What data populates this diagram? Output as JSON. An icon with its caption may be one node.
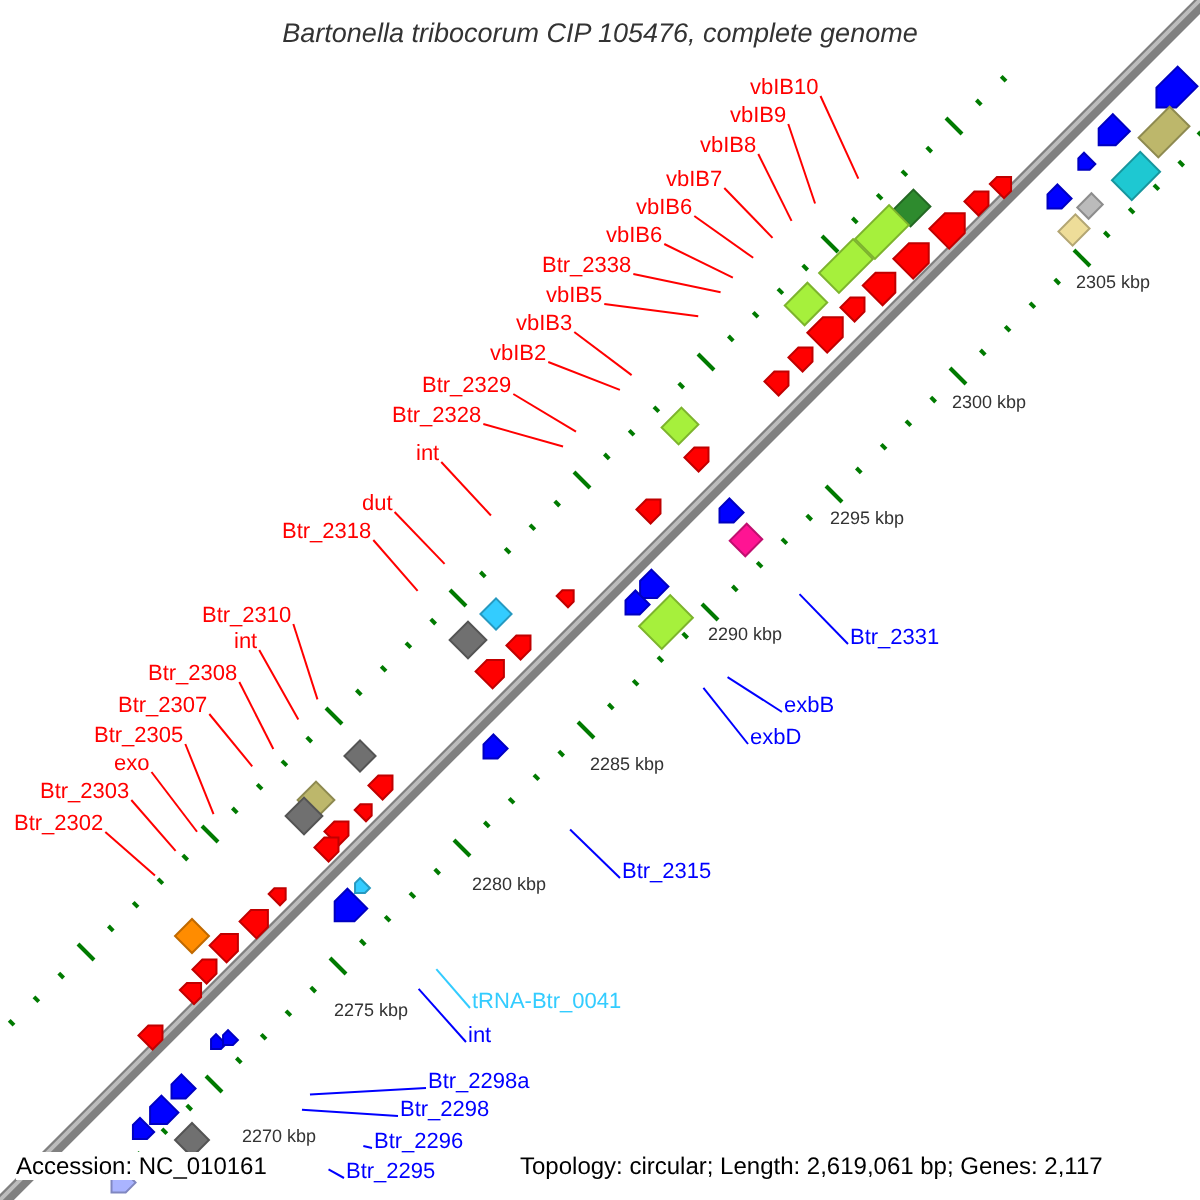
{
  "diagram": {
    "title": "Bartonella tribocorum CIP 105476, complete genome",
    "nodes": [
      {
        "text": [
          "vbIB10"
        ]
      },
      {
        "text": [
          "vbIB9"
        ]
      },
      {
        "text": [
          "vbIB8"
        ]
      },
      {
        "text": [
          "vbIB7"
        ]
      },
      {
        "text": [
          "vbIB6"
        ]
      },
      {
        "text": [
          "vbIB6"
        ]
      },
      {
        "text": [
          "Btr_2338"
        ]
      },
      {
        "text": [
          "vbIB5"
        ]
      },
      {
        "text": [
          "vbIB3"
        ]
      },
      {
        "text": [
          "vbIB2"
        ]
      },
      {
        "text": [
          "Btr_2329"
        ]
      },
      {
        "text": [
          "Btr_2328"
        ]
      },
      {
        "text": [
          "int"
        ]
      },
      {
        "text": [
          "dut"
        ]
      },
      {
        "text": [
          "Btr_2318"
        ]
      },
      {
        "text": [
          "Btr_2310"
        ]
      },
      {
        "text": [
          "int"
        ]
      },
      {
        "text": [
          "Btr_2308"
        ]
      },
      {
        "text": [
          "Btr_2307"
        ]
      },
      {
        "text": [
          "Btr_2305"
        ]
      },
      {
        "text": [
          "exo"
        ]
      },
      {
        "text": [
          "Btr_2303"
        ]
      },
      {
        "text": [
          "Btr_2302"
        ]
      },
      {
        "text": [
          "Btr_2331"
        ]
      },
      {
        "text": [
          "exbB"
        ]
      },
      {
        "text": [
          "exbD"
        ]
      },
      {
        "text": [
          "Btr_2315"
        ]
      },
      {
        "text": [
          "tRNA-Btr_0041"
        ]
      },
      {
        "text": [
          "int"
        ]
      },
      {
        "text": [
          "Btr_2298a"
        ]
      },
      {
        "text": [
          "Btr_2298"
        ]
      },
      {
        "text": [
          "Btr_2296"
        ]
      },
      {
        "text": [
          "Btr_2295"
        ]
      }
    ],
    "edges": [
      {
        "from": 0,
        "to": null,
        "arrow": "none"
      },
      {
        "from": 1,
        "to": null,
        "arrow": "none"
      },
      {
        "from": 2,
        "to": null,
        "arrow": "none"
      },
      {
        "from": 3,
        "to": null,
        "arrow": "none"
      },
      {
        "from": 4,
        "to": null,
        "arrow": "none"
      },
      {
        "from": 5,
        "to": null,
        "arrow": "none"
      },
      {
        "from": 6,
        "to": null,
        "arrow": "none"
      },
      {
        "from": 7,
        "to": null,
        "arrow": "none"
      },
      {
        "from": 8,
        "to": null,
        "arrow": "none"
      },
      {
        "from": 9,
        "to": null,
        "arrow": "none"
      },
      {
        "from": 10,
        "to": null,
        "arrow": "none"
      },
      {
        "from": 11,
        "to": null,
        "arrow": "none"
      },
      {
        "from": 12,
        "to": null,
        "arrow": "none"
      },
      {
        "from": 13,
        "to": null,
        "arrow": "none"
      },
      {
        "from": 14,
        "to": null,
        "arrow": "none"
      },
      {
        "from": 15,
        "to": null,
        "arrow": "none"
      },
      {
        "from": 16,
        "to": null,
        "arrow": "none"
      },
      {
        "from": 17,
        "to": null,
        "arrow": "none"
      },
      {
        "from": 18,
        "to": null,
        "arrow": "none"
      },
      {
        "from": 19,
        "to": null,
        "arrow": "none"
      },
      {
        "from": 20,
        "to": null,
        "arrow": "none"
      },
      {
        "from": 21,
        "to": null,
        "arrow": "none"
      },
      {
        "from": 22,
        "to": null,
        "arrow": "none"
      },
      {
        "from": 23,
        "to": null,
        "arrow": "none",
        "color": "#0000ff"
      },
      {
        "from": 24,
        "to": null,
        "arrow": "none",
        "color": "#0000ff"
      },
      {
        "from": 25,
        "to": null,
        "arrow": "none",
        "color": "#0000ff"
      },
      {
        "from": 26,
        "to": null,
        "arrow": "none",
        "color": "#0000ff"
      },
      {
        "from": 27,
        "to": null,
        "arrow": "none",
        "color": "#33ccff"
      },
      {
        "from": 28,
        "to": null,
        "arrow": "none",
        "color": "#0000ff"
      },
      {
        "from": 29,
        "to": null,
        "arrow": "none",
        "color": "#0000ff"
      },
      {
        "from": 30,
        "to": null,
        "arrow": "none",
        "color": "#0000ff"
      },
      {
        "from": 31,
        "to": null,
        "arrow": "none",
        "color": "#0000ff"
      },
      {
        "from": 32,
        "to": null,
        "arrow": "none",
        "color": "#0000ff"
      }
    ],
    "labels": [
      "2305 kbp",
      "2300 kbp",
      "2295 kbp",
      "2290 kbp",
      "2285 kbp",
      "2280 kbp",
      "2275 kbp",
      "2270 kbp",
      "Accession: NC_010161",
      "Topology: circular; Length: 2,619,061 bp; Genes: 2,117"
    ]
  }
}
